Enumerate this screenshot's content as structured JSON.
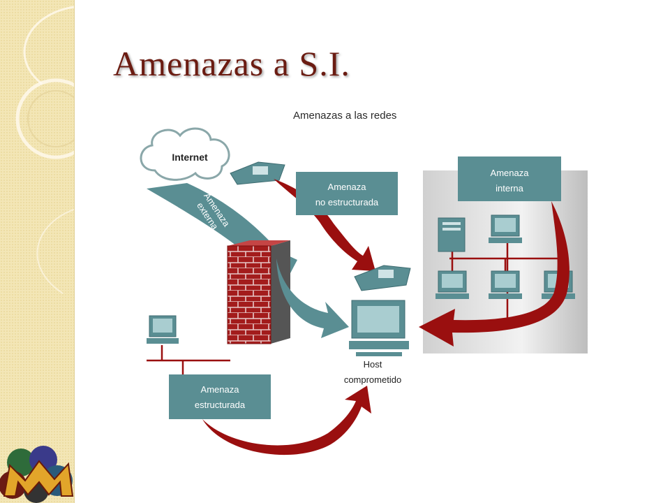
{
  "slide": {
    "title": "Amenazas a S.I."
  },
  "diagram": {
    "title": "Amenazas a las redes",
    "internet": "Internet",
    "externa": [
      "Amenaza",
      "externa"
    ],
    "no_estructurada": [
      "Amenaza",
      "no estructurada"
    ],
    "interna": [
      "Amenaza",
      "interna"
    ],
    "estructurada": [
      "Amenaza",
      "estructurada"
    ],
    "host": [
      "Host",
      "comprometido"
    ]
  },
  "colors": {
    "teal": "#5a8e93",
    "red_arrow": "#9a0f0f",
    "brick": "#a31c1c",
    "title": "#6b1c12",
    "sidebar": "#f3e6b6"
  }
}
